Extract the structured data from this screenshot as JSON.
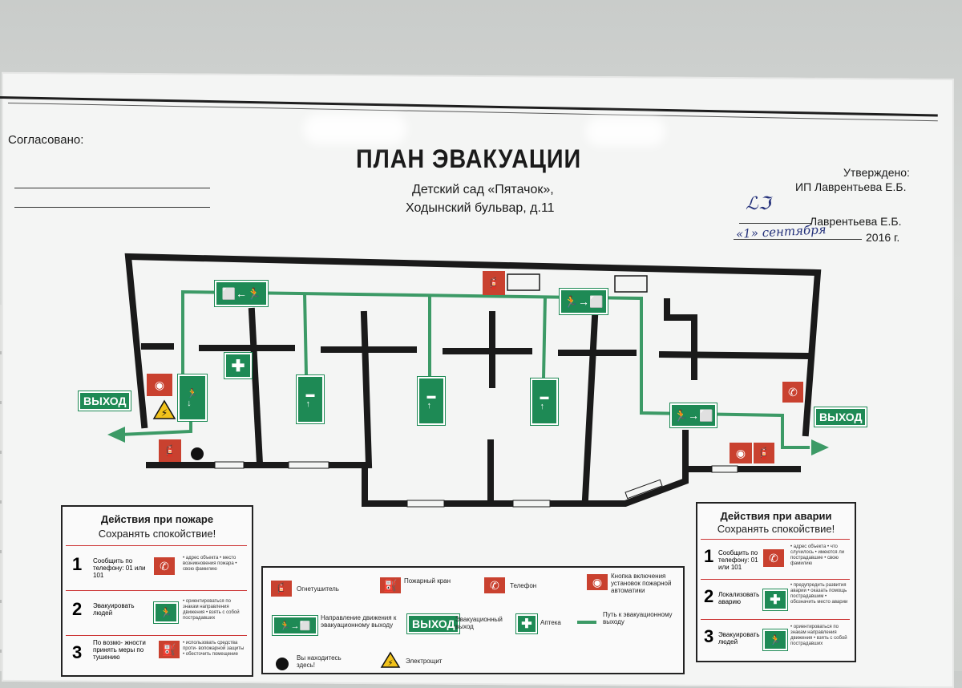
{
  "header": {
    "agreed": "Согласовано:",
    "title": "ПЛАН ЭВАКУАЦИИ",
    "subtitle_line1": "Детский сад «Пятачок»,",
    "subtitle_line2": "Ходынский бульвар, д.11",
    "approved": "Утверждено:",
    "approver": "ИП Лаврентьева Е.Б.",
    "approver_sign_name": "Лаврентьева Е.Б.",
    "year": "2016 г."
  },
  "plan": {
    "exit_left": "ВЫХОД",
    "exit_right": "ВЫХОД"
  },
  "fire_panel": {
    "title": "Действия при пожаре",
    "subtitle": "Сохранять спокойствие!",
    "steps": [
      {
        "num": "1",
        "label": "Сообщить по телефону: 01 или 101",
        "desc": "• адрес объекта • место возникновения пожара • свою фамилию"
      },
      {
        "num": "2",
        "label": "Эвакуировать людей",
        "desc": "• ориентироваться по знакам направления движения • взять с собой пострадавших"
      },
      {
        "num": "3",
        "label": "По возмо- жности принять меры по тушению",
        "desc": "• использовать средства проти- вопожарной защиты • обесточить помещение"
      }
    ]
  },
  "accident_panel": {
    "title": "Действия при аварии",
    "subtitle": "Сохранять спокойствие!",
    "steps": [
      {
        "num": "1",
        "label": "Сообщить по телефону: 01 или 101",
        "desc": "• адрес объекта • что случилось • имеются ли пострадавшие • свою фамилию"
      },
      {
        "num": "2",
        "label": "Локализовать аварию",
        "desc": "• предупредить развития аварии • оказать помощь пострадавшим • обозначить место аварии"
      },
      {
        "num": "3",
        "label": "Эвакуировать людей",
        "desc": "• ориентироваться по знакам направления движения • взять с собой пострадавших"
      }
    ]
  },
  "legend": {
    "extinguisher": "Огнетушитель",
    "hydrant": "Пожарный кран",
    "phone": "Телефон",
    "alarm_button": "Кнопка включения установок пожарной автоматики",
    "direction": "Направление движения к эвакуационному выходу",
    "exit_sign": "ВЫХОД",
    "exit_text": "Эвакуационный выход",
    "first_aid": "Аптека",
    "path": "Путь к эвакуационному выходу",
    "you_are_here": "Вы находитесь здесь!",
    "electric": "Электрощит"
  },
  "colors": {
    "green": "#1e8a55",
    "red": "#c9412f",
    "wall": "#1a1a1a",
    "route": "#3c9a66"
  }
}
